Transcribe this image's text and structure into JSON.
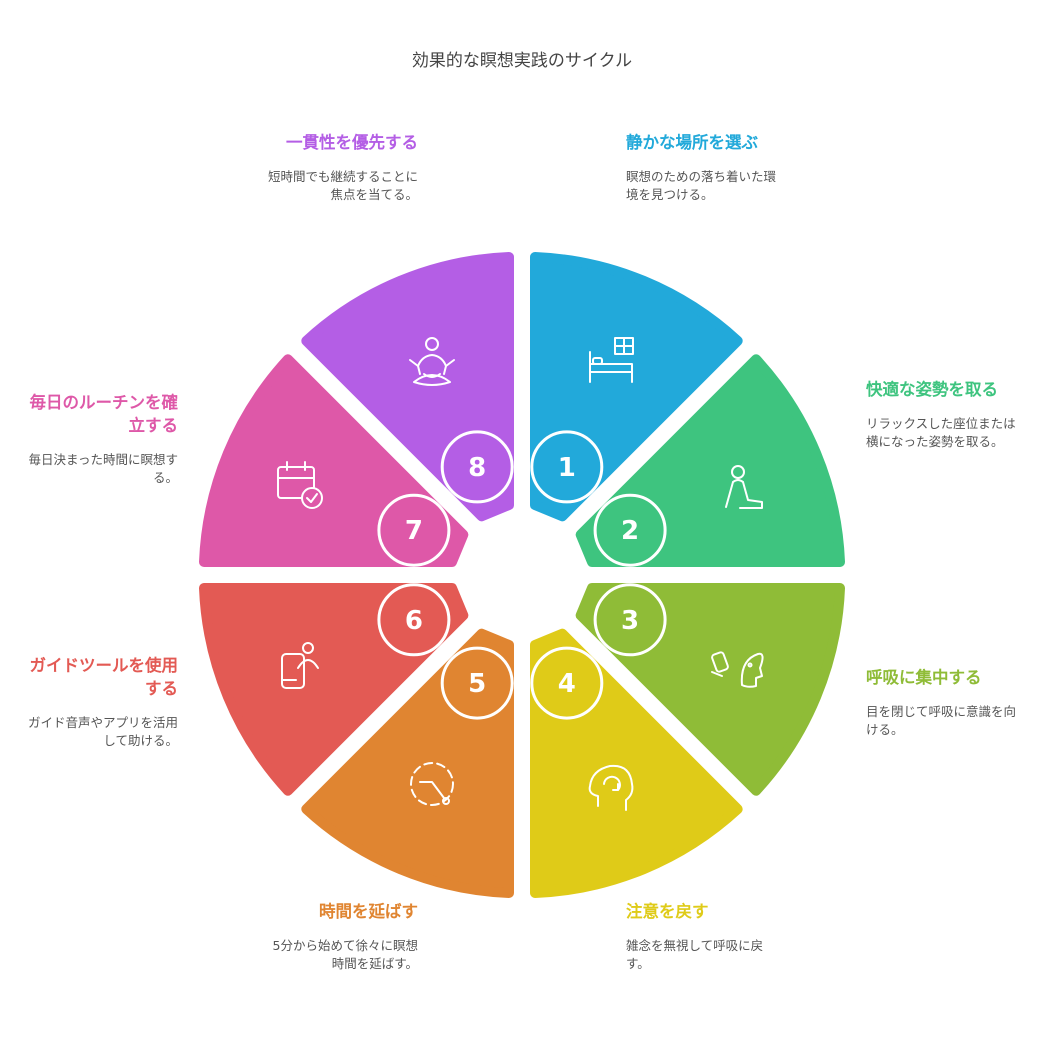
{
  "title": "効果的な瞑想実践のサイクル",
  "steps": [
    {
      "number": "1",
      "title": "静かな場所を選ぶ",
      "description": "瞑想のための落ち着いた環境を見つける。",
      "color": "#22a9da",
      "icon": "bed-window-icon"
    },
    {
      "number": "2",
      "title": "快適な姿勢を取る",
      "description": "リラックスした座位または横になった姿勢を取る。",
      "color": "#3ec47f",
      "icon": "seated-person-icon"
    },
    {
      "number": "3",
      "title": "呼吸に集中する",
      "description": "目を閉じて呼吸に意識を向ける。",
      "color": "#8fbc37",
      "icon": "breathing-inhaler-icon"
    },
    {
      "number": "4",
      "title": "注意を戻す",
      "description": "雑念を無視して呼吸に戻す。",
      "color": "#dfcb18",
      "icon": "mind-refresh-icon"
    },
    {
      "number": "5",
      "title": "時間を延ばす",
      "description": "5分から始めて徐々に瞑想時間を延ばす。",
      "color": "#e08531",
      "icon": "timer-icon"
    },
    {
      "number": "6",
      "title": "ガイドツールを使用する",
      "description": "ガイド音声やアプリを活用して助ける。",
      "color": "#e35a54",
      "icon": "mobile-user-icon"
    },
    {
      "number": "7",
      "title": "毎日のルーチンを確立する",
      "description": "毎日決まった時間に瞑想する。",
      "color": "#de58a8",
      "icon": "calendar-check-icon"
    },
    {
      "number": "8",
      "title": "一貫性を優先する",
      "description": "短時間でも継続することに焦点を当てる。",
      "color": "#b45ee5",
      "icon": "meditation-icon"
    }
  ]
}
